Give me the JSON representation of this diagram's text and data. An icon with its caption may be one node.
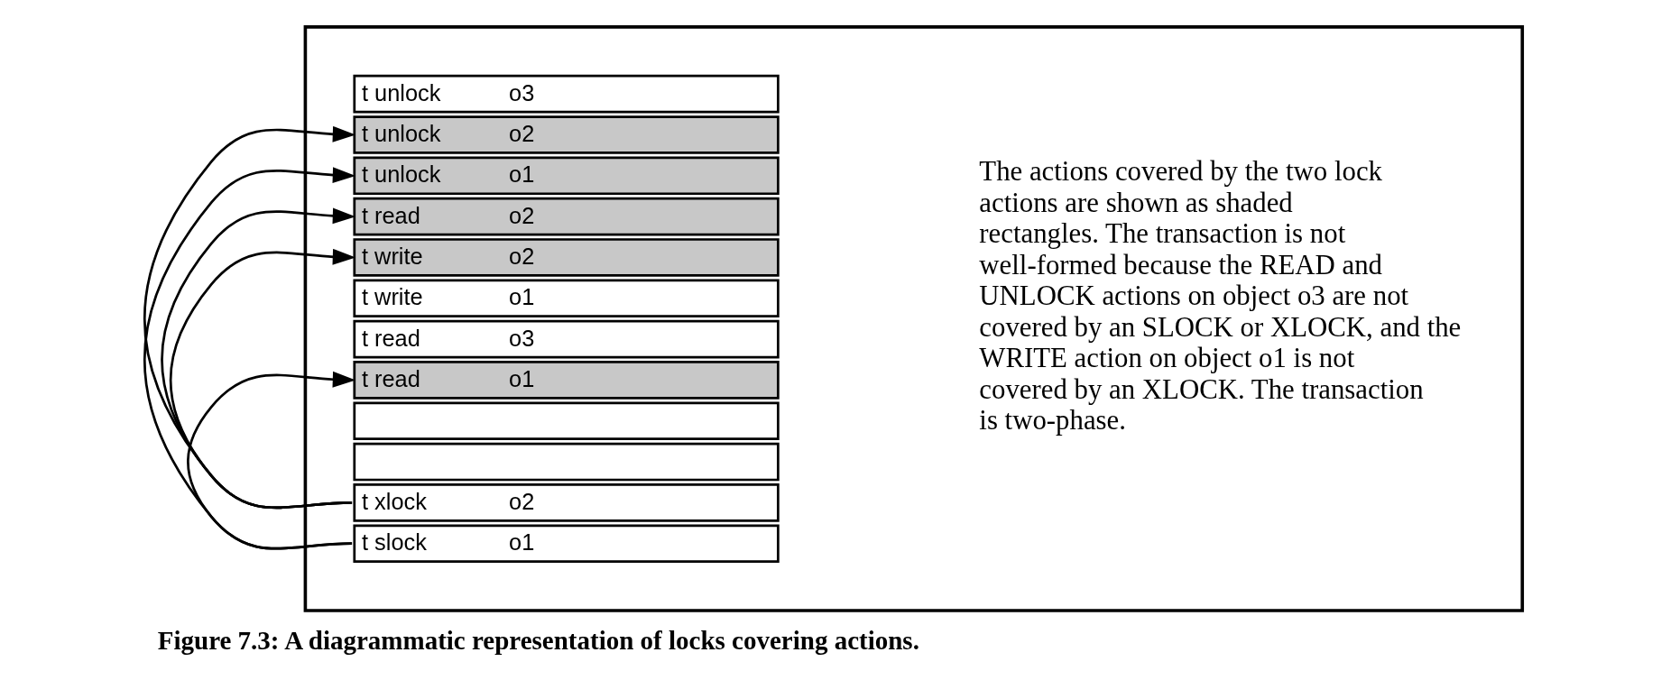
{
  "diagram": {
    "caption": "Figure 7.3: A diagrammatic representation of locks covering actions.",
    "nodes": [
      {
        "text": [],
        "shape": "box"
      },
      {
        "text": [
          "t slock",
          "o1"
        ],
        "in": 0
      },
      {
        "text": [
          "t xlock",
          "o2"
        ],
        "in": 0
      },
      {
        "text": [],
        "shape": "box",
        "in": 0
      },
      {
        "text": [],
        "shape": "box",
        "in": 0
      },
      {
        "text": [
          "t read",
          "o1"
        ],
        "in": 0
      },
      {
        "text": [
          "t read",
          "o3"
        ],
        "in": 0
      },
      {
        "text": [
          "t write",
          "o1"
        ],
        "in": 0
      },
      {
        "text": [
          "t write",
          "o2"
        ],
        "in": 0
      },
      {
        "text": [
          "t read",
          "o2"
        ],
        "in": 0
      },
      {
        "text": [
          "t unlock",
          "o1"
        ],
        "in": 0
      },
      {
        "text": [
          "t unlock",
          "o2"
        ],
        "in": 0
      },
      {
        "text": [
          "t unlock",
          "o3"
        ],
        "in": 0
      }
    ],
    "edges": [
      {
        "from": 1,
        "to": 5,
        "arrow": "to"
      },
      {
        "from": 1,
        "to": 10,
        "arrow": "to"
      },
      {
        "from": 2,
        "to": 8,
        "arrow": "to"
      },
      {
        "from": 2,
        "to": 9,
        "arrow": "to"
      },
      {
        "from": 2,
        "to": 11,
        "arrow": "to"
      }
    ],
    "labels": [
      "The actions covered by the two lock actions are shown as shaded rectangles. The transaction is not well-formed because the READ and UNLOCK actions on object o3 are not covered by an SLOCK or XLOCK, and the WRITE action on object o1 is not covered by an XLOCK. The transaction is two-phase."
    ]
  }
}
